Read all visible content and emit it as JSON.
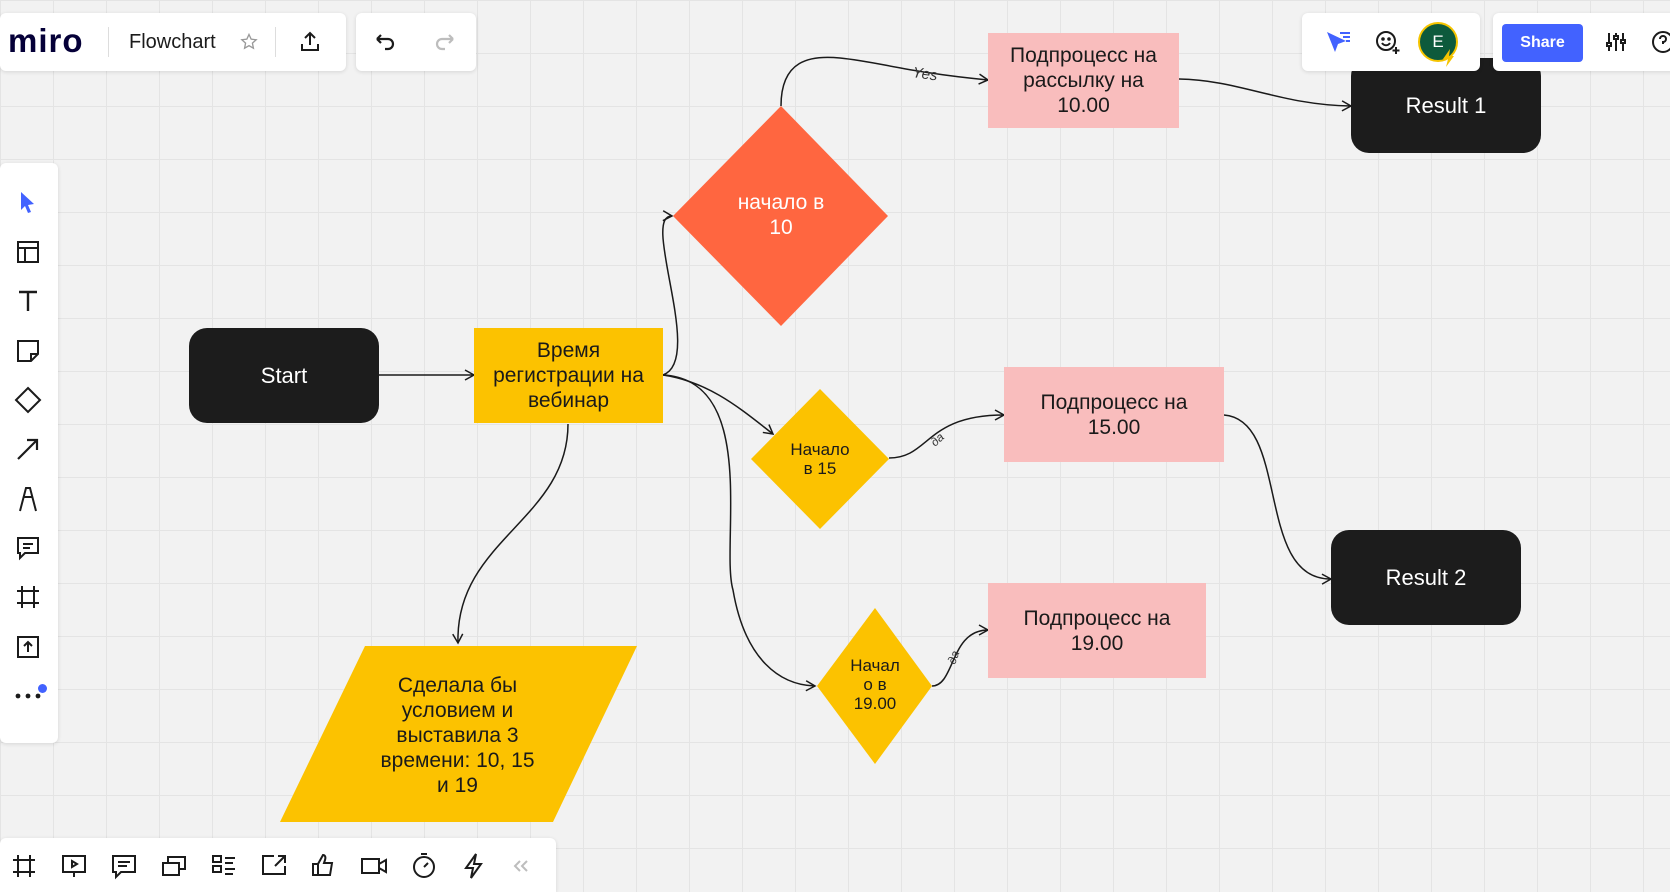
{
  "header": {
    "logo": "miro",
    "board_title": "Flowchart",
    "share_label": "Share",
    "avatar_initial": "E"
  },
  "left_toolbar": {
    "items": [
      "cursor-icon",
      "templates-icon",
      "text-icon",
      "sticky-note-icon",
      "shapes-icon",
      "connector-icon",
      "pen-icon",
      "comment-icon",
      "frame-icon",
      "upload-icon",
      "more-icon"
    ]
  },
  "bottom_toolbar": {
    "items": [
      "frames-icon",
      "presentation-icon",
      "notes-icon",
      "cards-icon",
      "kanban-icon",
      "share-screen-icon",
      "voting-icon",
      "video-icon",
      "timer-icon",
      "lightning-icon",
      "collapse-icon"
    ]
  },
  "nodes": {
    "start": "Start",
    "registration": [
      "Время",
      "регистрации на",
      "вебинар"
    ],
    "decision10": [
      "начало в",
      "10"
    ],
    "decision15": [
      "Начало",
      "в 15"
    ],
    "decision19": [
      "Начал",
      "о в",
      "19.00"
    ],
    "sub10": [
      "Подпроцесс на",
      "рассылку на",
      "10.00"
    ],
    "sub15": [
      "Подпроцесс на",
      "15.00"
    ],
    "sub19": [
      "Подпроцесс на",
      "19.00"
    ],
    "result1": "Result 1",
    "result2": "Result 2",
    "note": [
      "Сделала бы",
      "условием и",
      "выставила 3",
      "времени: 10, 15",
      "и 19"
    ]
  },
  "edges": {
    "yes": "Yes",
    "da15": "да",
    "da19": "да"
  },
  "colors": {
    "accent": "#4262ff",
    "terminal": "#1c1c1c",
    "yellow": "#fcc200",
    "orange": "#ff6640",
    "pink": "#f9bdbd"
  }
}
